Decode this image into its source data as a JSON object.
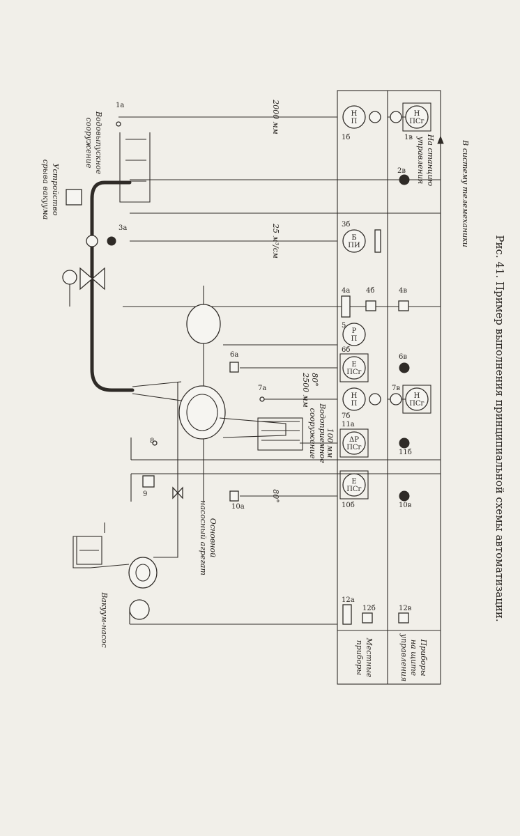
{
  "caption": "Рис. 41. Пример выполнения принципиальной схемы автоматизации.",
  "rows": {
    "local": [
      "Местные",
      "приборы"
    ],
    "panel": [
      "Приборы",
      "на щите",
      "управления"
    ]
  },
  "equipment": {
    "vacuum_pump": "Вакуум-насос",
    "main_unit": [
      "Основной",
      "насосный агрегат"
    ],
    "vacuum_breaker": [
      "Устройство",
      "срыва вакуума"
    ],
    "outlet": [
      "Водовыпускное",
      "сооружение"
    ],
    "intake": [
      "Водоприемное",
      "сооружение"
    ]
  },
  "annotations": {
    "level_2000": "2000 мм",
    "pressure_25": "25 м³/см",
    "level_2500": "2500 мм",
    "temp_80": "80°",
    "temp_80b": "80°",
    "mm_100": "100 мм",
    "to_station": [
      "На станцию",
      "управления"
    ],
    "to_telemechanics": "В систему телемеханики"
  },
  "tags": [
    "1а",
    "1б",
    "1в",
    "2в",
    "3а",
    "3б",
    "4а",
    "4б",
    "4в",
    "5",
    "6а",
    "6б",
    "6в",
    "7а",
    "7б",
    "7в",
    "8",
    "9",
    "10а",
    "10б",
    "10в",
    "11а",
    "11б",
    "12а",
    "12б",
    "12в"
  ],
  "device_letters": {
    "d1b": [
      "Н",
      "П"
    ],
    "d1v": [
      "Н",
      "ПСг"
    ],
    "d3b": [
      "Б",
      "ПИ"
    ],
    "d5": [
      "Р",
      "П"
    ],
    "d6b": [
      "Е",
      "ПСг"
    ],
    "d7b": [
      "Н",
      "П"
    ],
    "d7v": [
      "Н",
      "ПСг"
    ],
    "d11a": [
      "ΔР",
      "ПСг"
    ],
    "d10b": [
      "Е",
      "ПСг"
    ]
  }
}
